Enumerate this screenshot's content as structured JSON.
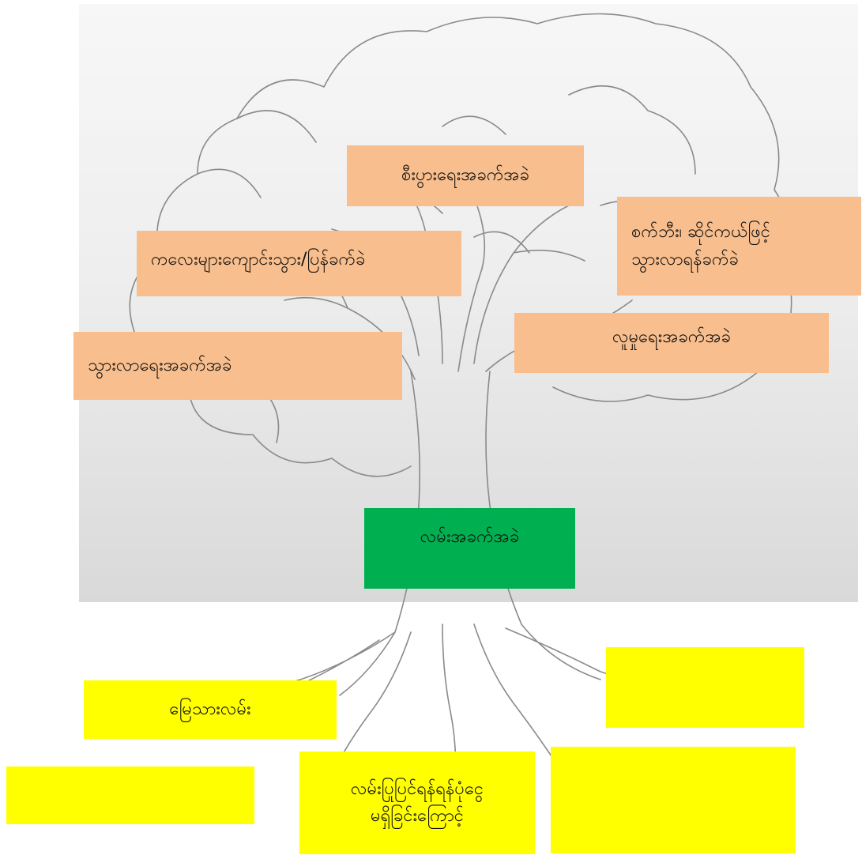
{
  "diagram": {
    "type": "problem-tree",
    "colors": {
      "effect_box": "#f8be8d",
      "core_problem_box": "#00b050",
      "cause_box": "#ffff00",
      "sketch_line": "#8a8a8a"
    },
    "effects": [
      {
        "id": "business",
        "text": "စီးပွားရေးအခက်အခဲ"
      },
      {
        "id": "children",
        "text": "ကလေးများကျောင်းသွား/ပြန်ခက်ခဲ"
      },
      {
        "id": "bicycle",
        "line1": "စက်ဘီး၊ ဆိုင်ကယ်ဖြင့်",
        "line2": "သွားလာရန်ခက်ခဲ"
      },
      {
        "id": "travel",
        "text": "သွားလာရေးအခက်အခဲ"
      },
      {
        "id": "social",
        "text": "လူမှုရေးအခက်အခဲ"
      }
    ],
    "core_problem": {
      "text": "လမ်းအခက်အခဲ"
    },
    "causes": [
      {
        "id": "dirt-road",
        "text": "မြေသားလမ်း"
      },
      {
        "id": "budget",
        "line1": "လမ်းပြုပြင်ရန်ရန်ပုံငွေ",
        "line2": "မရှိခြင်းကြောင့်"
      },
      {
        "id": "blank-top-right",
        "text": ""
      },
      {
        "id": "blank-bottom-left",
        "text": ""
      },
      {
        "id": "blank-bottom-right",
        "text": ""
      }
    ]
  }
}
